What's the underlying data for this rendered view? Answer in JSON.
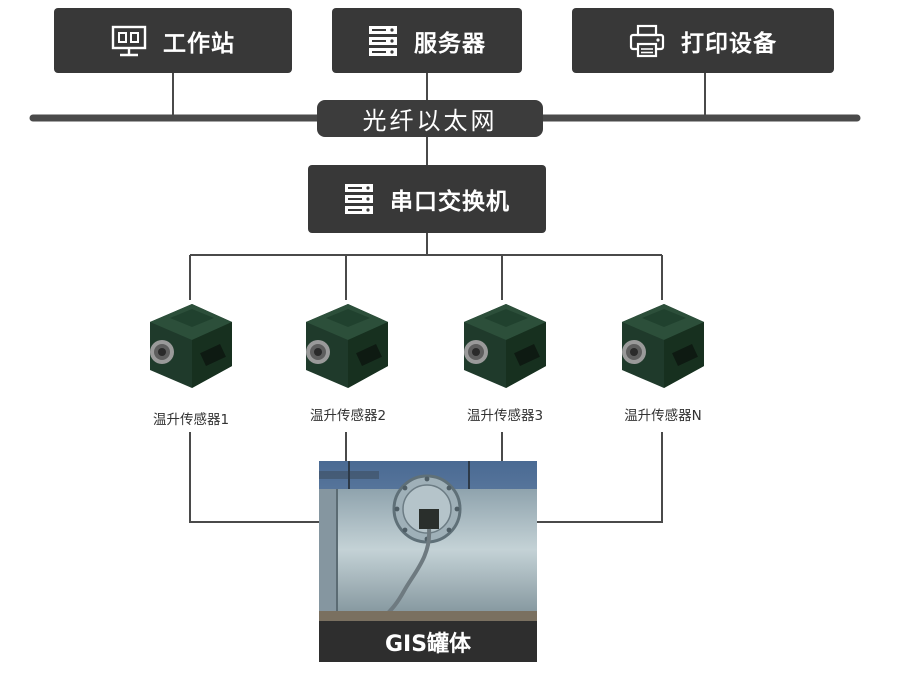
{
  "top_nodes": {
    "workstation": {
      "label": "工作站",
      "icon": "monitor-icon"
    },
    "server": {
      "label": "服务器",
      "icon": "server-icon"
    },
    "printer": {
      "label": "打印设备",
      "icon": "printer-icon"
    }
  },
  "network": {
    "label": "光纤以太网"
  },
  "switch": {
    "label": "串口交换机",
    "icon": "server-icon"
  },
  "sensors": [
    {
      "label": "温升传感器1"
    },
    {
      "label": "温升传感器2"
    },
    {
      "label": "温升传感器3"
    },
    {
      "label": "温升传感器N"
    }
  ],
  "tank": {
    "label": "GIS罐体"
  },
  "colors": {
    "box": "#383838",
    "line": "#444444",
    "sensor_body": "#1f3a2b"
  }
}
